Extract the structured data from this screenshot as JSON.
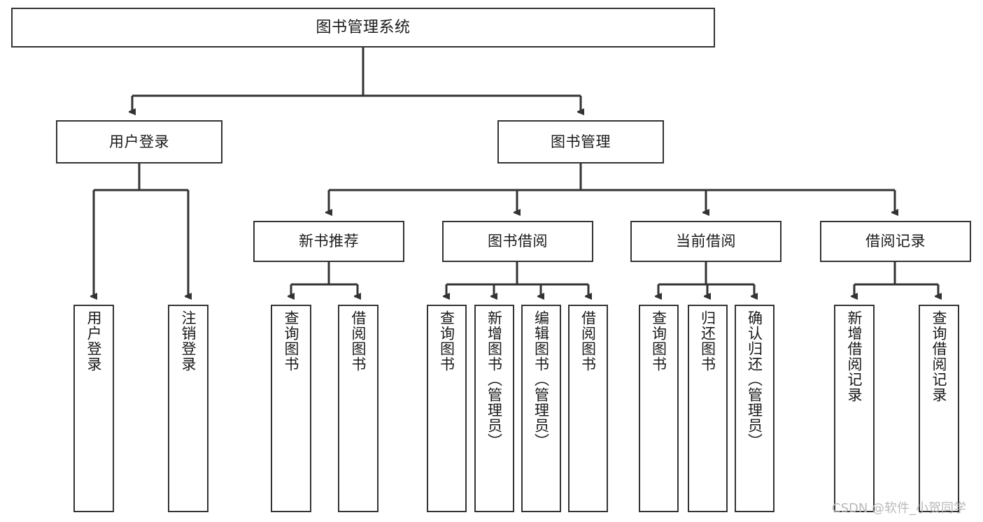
{
  "diagram": {
    "title": "图书管理系统",
    "type": "tree",
    "watermark": "CSDN @软件_小贺同学",
    "colors": {
      "background": "#ffffff",
      "node_border": "#333333",
      "node_fill": "#ffffff",
      "edge": "#333333",
      "text": "#1a1a1a",
      "watermark": "#b9b9b9"
    },
    "nodes": {
      "root": {
        "label": "图书管理系统"
      },
      "level1": [
        {
          "id": "user-login",
          "label": "用户登录"
        },
        {
          "id": "book-manage",
          "label": "图书管理"
        }
      ],
      "level2": [
        {
          "id": "new-book-recommend",
          "label": "新书推荐"
        },
        {
          "id": "book-borrow",
          "label": "图书借阅"
        },
        {
          "id": "current-borrow",
          "label": "当前借阅"
        },
        {
          "id": "borrow-record",
          "label": "借阅记录"
        }
      ],
      "leaves": {
        "user_login": [
          {
            "id": "leaf-user-login",
            "label": "用户登录"
          },
          {
            "id": "leaf-logout-login",
            "label": "注销登录"
          }
        ],
        "new_book_recommend": [
          {
            "id": "leaf-query-book-1",
            "label": "查询图书"
          },
          {
            "id": "leaf-borrow-book-1",
            "label": "借阅图书"
          }
        ],
        "book_borrow": [
          {
            "id": "leaf-query-book-2",
            "label": "查询图书"
          },
          {
            "id": "leaf-add-book",
            "label": "新增图书（管理员）"
          },
          {
            "id": "leaf-edit-book",
            "label": "编辑图书（管理员）"
          },
          {
            "id": "leaf-borrow-book-2",
            "label": "借阅图书"
          }
        ],
        "current_borrow": [
          {
            "id": "leaf-query-book-3",
            "label": "查询图书"
          },
          {
            "id": "leaf-return-book",
            "label": "归还图书"
          },
          {
            "id": "leaf-confirm-return",
            "label": "确认归还（管理员）"
          }
        ],
        "borrow_record": [
          {
            "id": "leaf-add-record",
            "label": "新增借阅记录"
          },
          {
            "id": "leaf-query-record",
            "label": "查询借阅记录"
          }
        ]
      }
    }
  }
}
